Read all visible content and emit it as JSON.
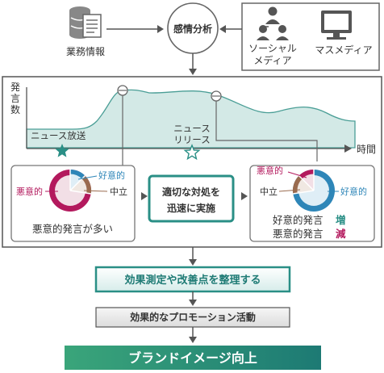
{
  "top": {
    "business_info_label": "業務情報",
    "sentiment_label": "感情分析",
    "social_media_label_1": "ソーシャル",
    "social_media_label_2": "メディア",
    "mass_media_label": "マスメディア"
  },
  "chart": {
    "y_axis_label_1": "発",
    "y_axis_label_2": "言",
    "y_axis_label_3": "数",
    "x_axis_label": "時間",
    "news_broadcast_label": "ニュース放送",
    "news_release_label_1": "ニュース",
    "news_release_label_2": "リリース"
  },
  "left_pie": {
    "positive_label": "好意的",
    "neutral_label": "中立",
    "negative_label": "悪意的",
    "caption": "悪意的発言が多い"
  },
  "center_action": {
    "line1": "適切な対処を",
    "line2": "迅速に実施"
  },
  "right_pie": {
    "negative_label": "悪意的",
    "neutral_label": "中立",
    "positive_label": "好意的",
    "caption1_text": "好意的発言",
    "caption1_badge": "増",
    "caption2_text": "悪意的発言",
    "caption2_badge": "減"
  },
  "bottom": {
    "step1": "効果測定や改善点を整理する",
    "step2": "効果的なプロモーション活動",
    "step3": "ブランドイメージ向上"
  },
  "colors": {
    "teal": "#2a8f86",
    "teal_light": "#cfe6e3",
    "blue": "#2e86b8",
    "magenta": "#b3195d",
    "brown": "#9a6b4f",
    "gray": "#555555",
    "green_start": "#3aa57a",
    "green_end": "#1d7a74"
  },
  "icons": {
    "business_info": "database-document-icon",
    "sentiment": "analysis-circle-icon",
    "social_media": "people-network-icon",
    "mass_media": "monitor-icon",
    "news_broadcast": "filled-star-icon",
    "news_release": "outline-star-icon"
  }
}
